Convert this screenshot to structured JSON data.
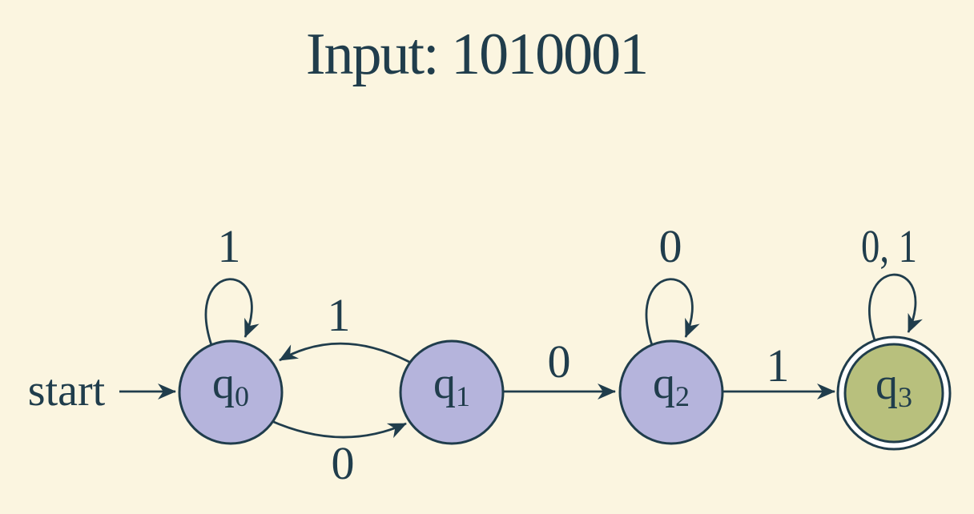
{
  "title": "Input: 1010001",
  "colors": {
    "background": "#fbf5e0",
    "ink": "#203d4c",
    "state_fill": "#b5b4dc",
    "accept_state_fill": "#b8c07d",
    "accept_ring_gap": "#ffffff"
  },
  "start": {
    "label": "start"
  },
  "states": [
    {
      "name": "q0",
      "base": "q",
      "sub": "0",
      "type": "normal"
    },
    {
      "name": "q1",
      "base": "q",
      "sub": "1",
      "type": "normal"
    },
    {
      "name": "q2",
      "base": "q",
      "sub": "2",
      "type": "normal"
    },
    {
      "name": "q3",
      "base": "q",
      "sub": "3",
      "type": "accepting"
    }
  ],
  "transitions": [
    {
      "from": "q0",
      "to": "q0",
      "label": "1",
      "shape": "self-loop"
    },
    {
      "from": "q1",
      "to": "q0",
      "label": "1",
      "shape": "curve-top"
    },
    {
      "from": "q0",
      "to": "q1",
      "label": "0",
      "shape": "curve-bottom"
    },
    {
      "from": "q1",
      "to": "q2",
      "label": "0",
      "shape": "straight"
    },
    {
      "from": "q2",
      "to": "q2",
      "label": "0",
      "shape": "self-loop"
    },
    {
      "from": "q2",
      "to": "q3",
      "label": "1",
      "shape": "straight"
    },
    {
      "from": "q3",
      "to": "q3",
      "label": "0, 1",
      "shape": "self-loop"
    }
  ]
}
